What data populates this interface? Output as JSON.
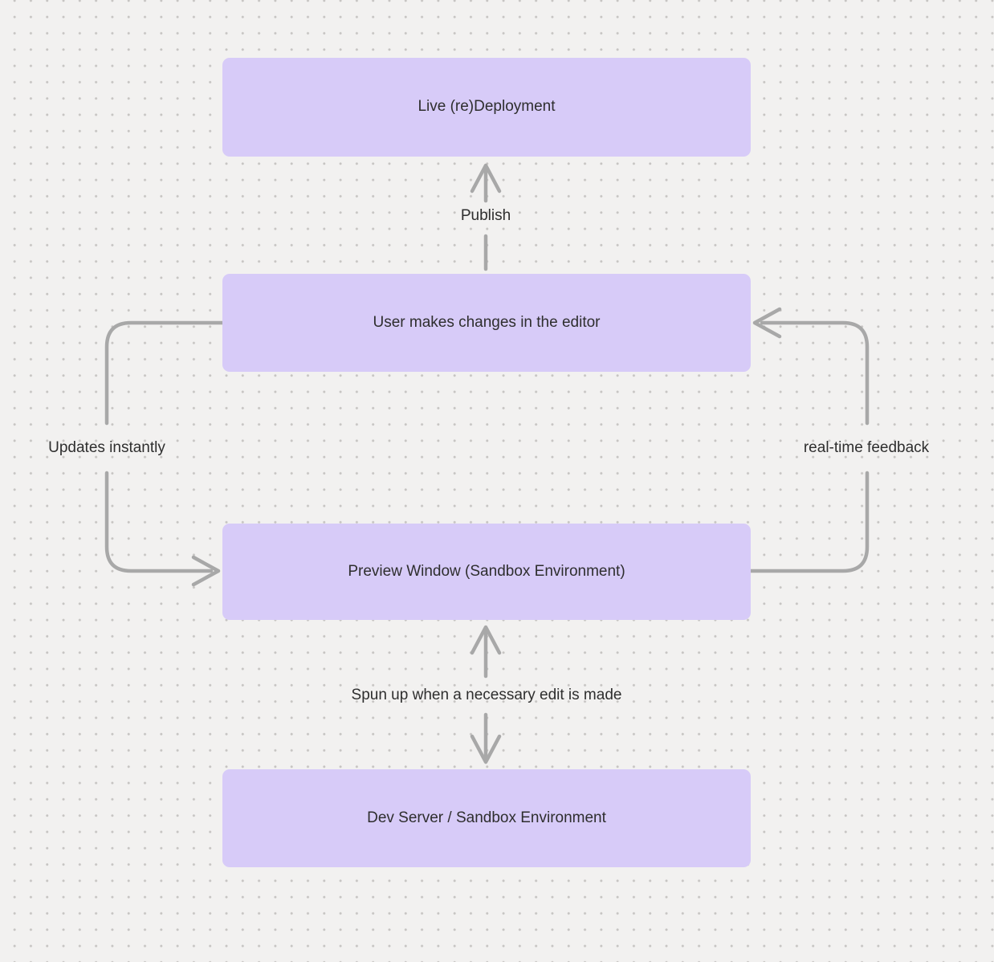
{
  "theme": {
    "background": "#f2f1f0",
    "dot_color": "#c6c4c2",
    "node_fill": "#d7cbf8",
    "arrow_color": "#a8a8a8",
    "text_color": "#2e2e2e"
  },
  "diagram": {
    "nodes": [
      {
        "id": "live-redeployment",
        "label": "Live (re)Deployment"
      },
      {
        "id": "user-editor",
        "label": "User makes changes in the editor"
      },
      {
        "id": "preview-window",
        "label": "Preview Window (Sandbox Environment)"
      },
      {
        "id": "dev-server",
        "label": "Dev Server / Sandbox Environment"
      }
    ],
    "edges": [
      {
        "id": "publish",
        "label": "Publish",
        "from": "user-editor",
        "to": "live-redeployment",
        "style": "straight-vertical-up"
      },
      {
        "id": "updates-instantly",
        "label": "Updates instantly",
        "from": "user-editor",
        "to": "preview-window",
        "style": "left-loop"
      },
      {
        "id": "real-time-feedback",
        "label": "real-time feedback",
        "from": "preview-window",
        "to": "user-editor",
        "style": "right-loop"
      },
      {
        "id": "spun-up",
        "label": "Spun up when a necessary edit is made",
        "from": "dev-server",
        "to": "preview-window",
        "style": "double-headed-vertical"
      }
    ]
  }
}
